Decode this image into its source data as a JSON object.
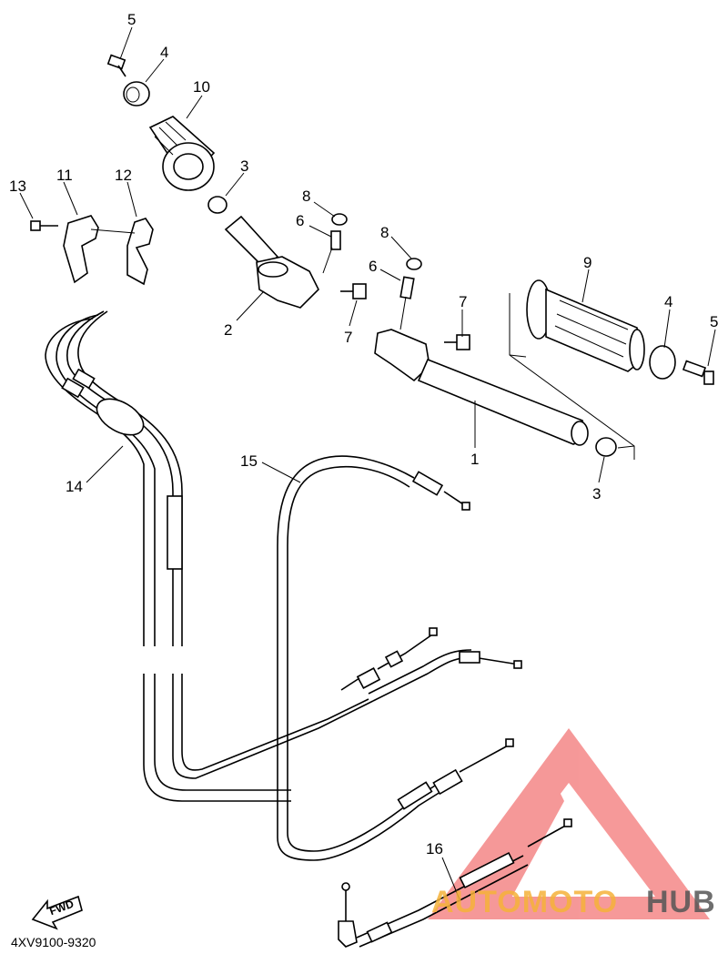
{
  "diagram": {
    "part_code": "4XV9100-9320",
    "fwd_label": "FWD",
    "callouts": [
      "5",
      "4",
      "10",
      "3",
      "13",
      "11",
      "12",
      "8",
      "6",
      "2",
      "7",
      "8",
      "6",
      "7",
      "9",
      "4",
      "5",
      "1",
      "3",
      "14",
      "15",
      "16"
    ]
  },
  "watermark": {
    "text_auto": "AUTOMOTO",
    "text_hub": "HUB",
    "colors": {
      "triangle": "#f26d6d",
      "auto": "#f5b23a",
      "hub": "#555555"
    }
  }
}
